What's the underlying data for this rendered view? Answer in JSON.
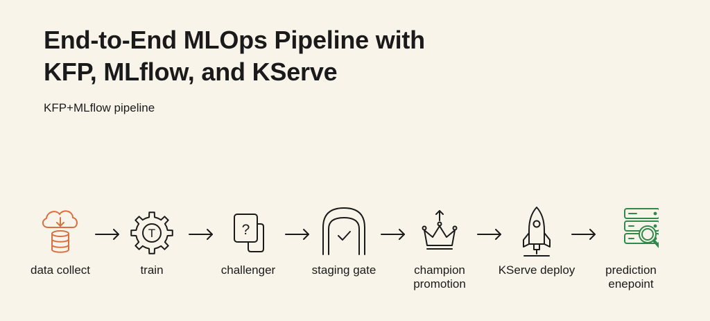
{
  "header": {
    "title_line1": "End-to-End MLOps Pipeline with",
    "title_line2": "KFP, MLflow, and KServe",
    "subtitle": "KFP+MLflow pipeline"
  },
  "colors": {
    "ink": "#1a1a1a",
    "data_accent": "#d9703e",
    "endpoint_accent": "#2f8a4a",
    "background": "#f8f4ea"
  },
  "steps": [
    {
      "icon": "cloud-database-icon",
      "label_lines": [
        "data collect"
      ]
    },
    {
      "icon": "gear-icon",
      "label_lines": [
        "train"
      ],
      "icon_text": "T"
    },
    {
      "icon": "question-cards-icon",
      "label_lines": [
        "challenger"
      ],
      "icon_text": "?"
    },
    {
      "icon": "arch-gate-check-icon",
      "label_lines": [
        "staging gate"
      ]
    },
    {
      "icon": "crown-up-arrow-icon",
      "label_lines": [
        "champion",
        "promotion"
      ]
    },
    {
      "icon": "rocket-icon",
      "label_lines": [
        "KServe deploy"
      ]
    },
    {
      "icon": "server-magnifier-icon",
      "label_lines": [
        "prediction",
        "enepoint"
      ]
    }
  ]
}
